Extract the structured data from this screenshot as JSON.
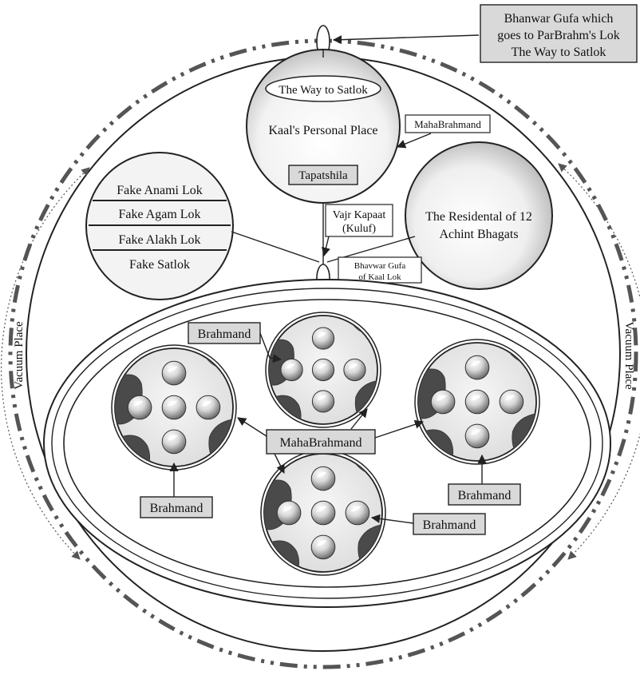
{
  "labels": {
    "bhanwar_gufa_line1": "Bhanwar Gufa which",
    "bhanwar_gufa_line2": "goes to ParBrahm's Lok",
    "bhanwar_gufa_line3": "The Way to Satlok",
    "way_to_satlok": "The Way to Satlok",
    "kaal_personal_place": "Kaal's Personal Place",
    "mahabrahmand_top": "MahaBrahmand",
    "tapatshila": "Tapatshila",
    "fake_anami": "Fake Anami Lok",
    "fake_agam": "Fake Agam Lok",
    "fake_alakh": "Fake Alakh Lok",
    "fake_satlok": "Fake Satlok",
    "vajr_kapaat_line1": "Vajr Kapaat",
    "vajr_kapaat_line2": "(Kuluf)",
    "residental_line1": "The Residental of 12",
    "residental_line2": "Achint Bhagats",
    "bhavwar_gufa_kaal_line1": "Bhavwar Gufa",
    "bhavwar_gufa_kaal_line2": "of Kaal Lok",
    "vacuum_left": "Vacuum Place",
    "vacuum_right": "Vacuum Place",
    "brahmand_upper_left": "Brahmand",
    "mahabrahmand_center": "MahaBrahmand",
    "brahmand_lower_left": "Brahmand",
    "brahmand_lower_right_mid": "Brahmand",
    "brahmand_right": "Brahmand"
  },
  "colors": {
    "label_fill": "#d9d9d9",
    "land_patch": "#4a4a4a",
    "globe_light": "#ffffff",
    "globe_dark": "#6f6f6f"
  }
}
